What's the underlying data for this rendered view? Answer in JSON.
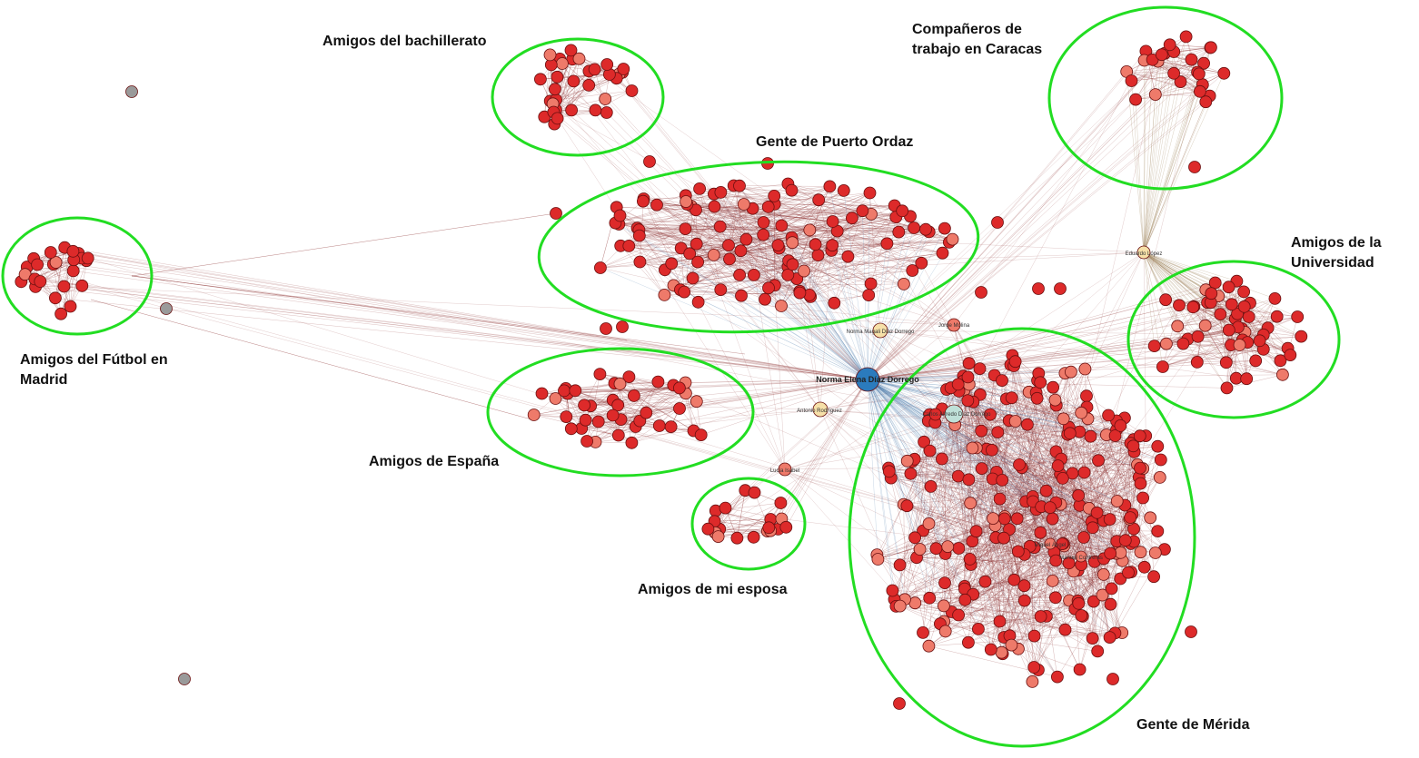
{
  "colors": {
    "cluster_outline": "#22dd22",
    "node": "#dd2a2a",
    "node_light": "#ee7a6a",
    "hub": "#f6e0a8",
    "center": "#2b7bbd",
    "secondary_center": "#bfe0d8",
    "isolated": "#9a9a9a",
    "edge": "#8c3030",
    "edge_blue": "#4477aa"
  },
  "clusters": [
    {
      "id": "bachillerato",
      "label": "Amigos del bachillerato"
    },
    {
      "id": "companeros",
      "label": "Compañeros de\ntrabajo en Caracas"
    },
    {
      "id": "puerto_ordaz",
      "label": "Gente de Puerto Ordaz"
    },
    {
      "id": "universidad",
      "label": "Amigos de la\nUniversidad"
    },
    {
      "id": "futbol",
      "label": "Amigos del Fútbol en\nMadrid"
    },
    {
      "id": "espana",
      "label": "Amigos de España"
    },
    {
      "id": "esposa",
      "label": "Amigos de mi esposa"
    },
    {
      "id": "merida",
      "label": "Gente de Mérida"
    }
  ],
  "hub_nodes": [
    {
      "id": "center",
      "label": "Norma Elena Díaz Dorrego"
    },
    {
      "id": "carlos",
      "label": "Carlos Alfredo Díaz Dorrego"
    },
    {
      "id": "eduardo",
      "label": "Eduardo López"
    },
    {
      "id": "magali",
      "label": "Norma Magali Díaz Dorrego"
    },
    {
      "id": "jorge",
      "label": "Jorge Molina"
    },
    {
      "id": "antonio",
      "label": "Antonio Rodríguez"
    },
    {
      "id": "lucia",
      "label": "Lucía Isabel"
    },
    {
      "id": "miguel",
      "label": "Miguel Ángel"
    },
    {
      "id": "manuel",
      "label": "Manuel Contreras"
    }
  ]
}
